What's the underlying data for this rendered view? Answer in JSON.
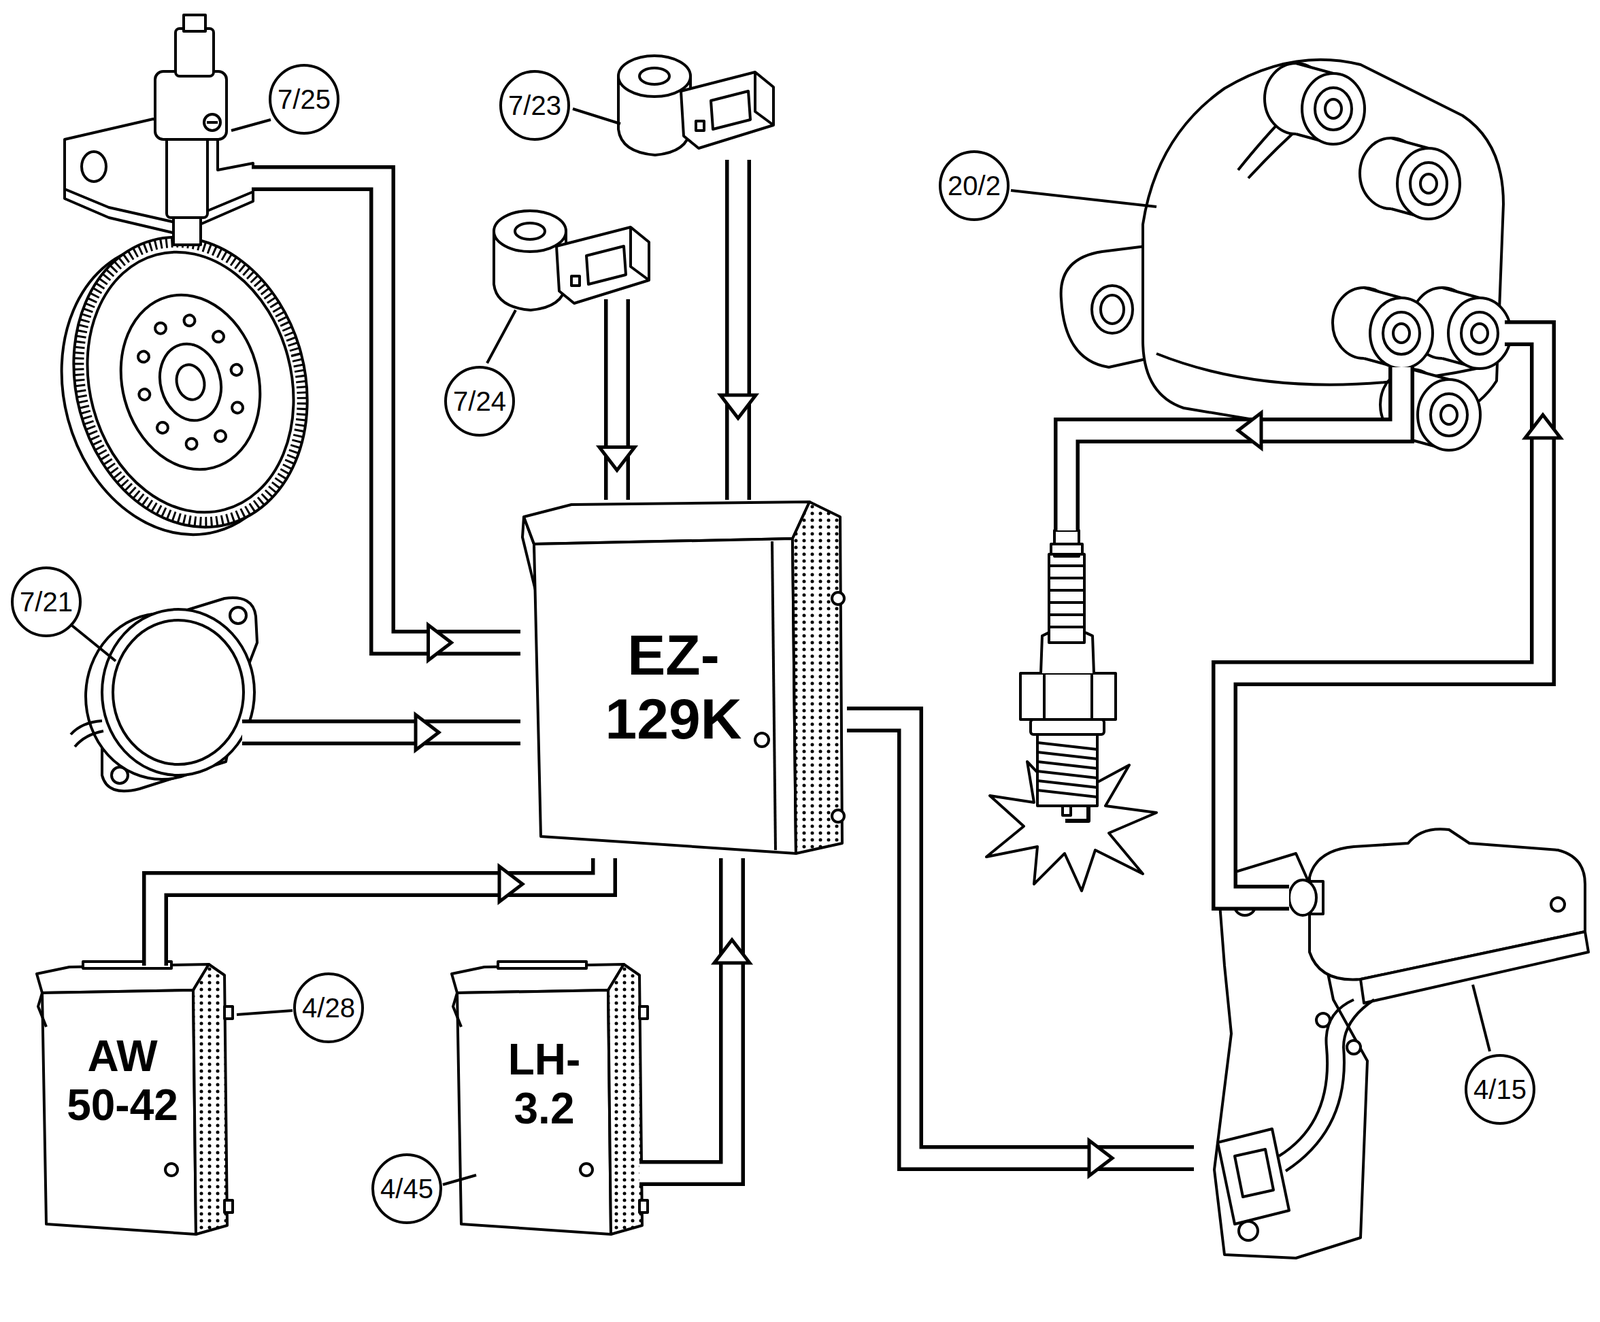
{
  "diagram": {
    "nodes": [
      {
        "text": [
          "7/25"
        ]
      },
      {
        "text": [
          "7/23"
        ]
      },
      {
        "text": [
          "20/2"
        ]
      },
      {
        "text": [
          "7/24"
        ]
      },
      {
        "text": [
          "7/21"
        ]
      },
      {
        "text": [
          "EZ- 129K"
        ]
      },
      {
        "text": [
          "AW 50-42",
          "4/28"
        ]
      },
      {
        "text": [
          "LH- 3.2",
          "4/45"
        ]
      },
      {
        "text": [
          "4/15"
        ]
      }
    ],
    "edges": [
      {
        "from": 0,
        "to": 5,
        "arrow": "to"
      },
      {
        "from": 3,
        "to": 5,
        "arrow": "to"
      },
      {
        "from": 1,
        "to": 5,
        "arrow": "to"
      },
      {
        "from": 4,
        "to": 5,
        "arrow": "to"
      },
      {
        "from": 6,
        "to": 5,
        "arrow": "to"
      },
      {
        "from": 7,
        "to": 5,
        "arrow": "to"
      },
      {
        "from": 5,
        "to": 8,
        "arrow": "to"
      },
      {
        "from": 8,
        "to": 2,
        "arrow": "to"
      }
    ]
  }
}
